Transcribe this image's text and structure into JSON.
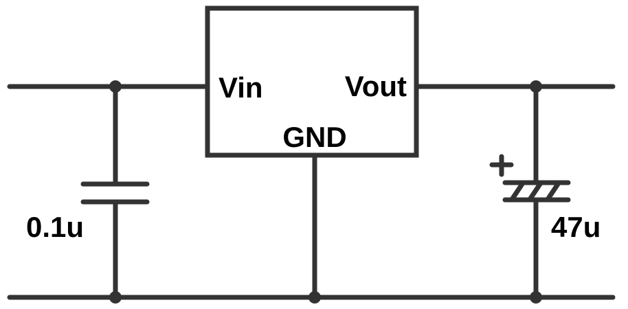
{
  "regulator": {
    "vin_label": "Vin",
    "vout_label": "Vout",
    "gnd_label": "GND"
  },
  "input_capacitor": {
    "value": "0.1u"
  },
  "output_capacitor": {
    "value": "47u",
    "polarity": "+"
  },
  "colors": {
    "wire": "#333333",
    "text": "#000000"
  }
}
